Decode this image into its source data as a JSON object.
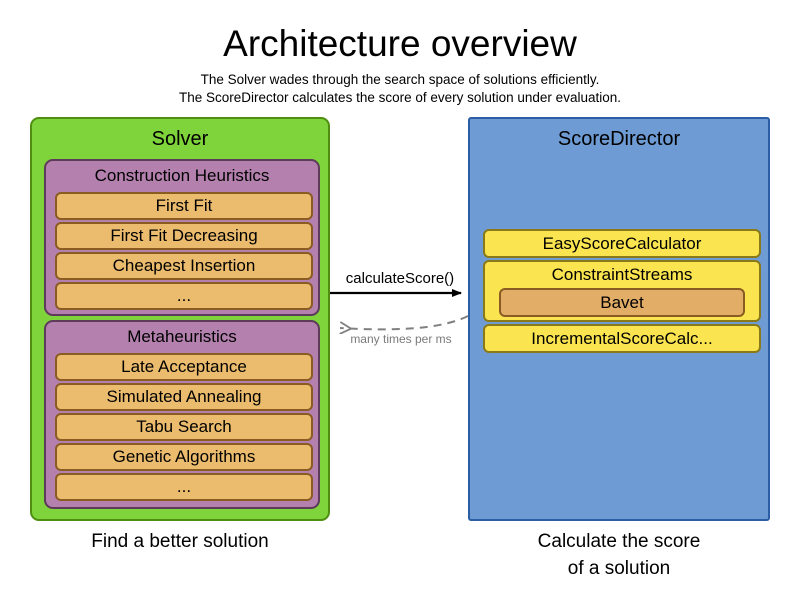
{
  "header": {
    "title": "Architecture overview",
    "subtitle_line1": "The Solver wades through the search space of solutions efficiently.",
    "subtitle_line2": "The ScoreDirector calculates the score of every solution under evaluation."
  },
  "colors": {
    "solver_panel": "#7ed43a",
    "solver_panel_border": "#4e8f12",
    "group_box": "#b480ae",
    "group_box_border": "#5e3a5b",
    "leaf_box": "#ebbc6d",
    "leaf_box_border": "#8a5c22",
    "scoredirector_panel": "#6e9bd3",
    "scoredirector_panel_border": "#2b5ea4",
    "calculator_box": "#fae550",
    "calculator_box_border": "#8a7a17",
    "bavet_box": "#e2ad67",
    "arrow_solid": "#000000",
    "arrow_dashed": "#808080"
  },
  "solver": {
    "title": "Solver",
    "caption": "Find a better solution",
    "groups": [
      {
        "title": "Construction Heuristics",
        "items": [
          "First Fit",
          "First Fit Decreasing",
          "Cheapest Insertion",
          "..."
        ]
      },
      {
        "title": "Metaheuristics",
        "items": [
          "Late Acceptance",
          "Simulated Annealing",
          "Tabu Search",
          "Genetic Algorithms",
          "..."
        ]
      }
    ]
  },
  "score_director": {
    "title": "ScoreDirector",
    "caption_line1": "Calculate the score",
    "caption_line2": "of a solution",
    "calculators": [
      {
        "label": "EasyScoreCalculator"
      },
      {
        "label": "ConstraintStreams",
        "child": "Bavet"
      },
      {
        "label": "IncrementalScoreCalc..."
      }
    ]
  },
  "arrows": {
    "request_label": "calculateScore()",
    "response_label": "many times per ms"
  }
}
